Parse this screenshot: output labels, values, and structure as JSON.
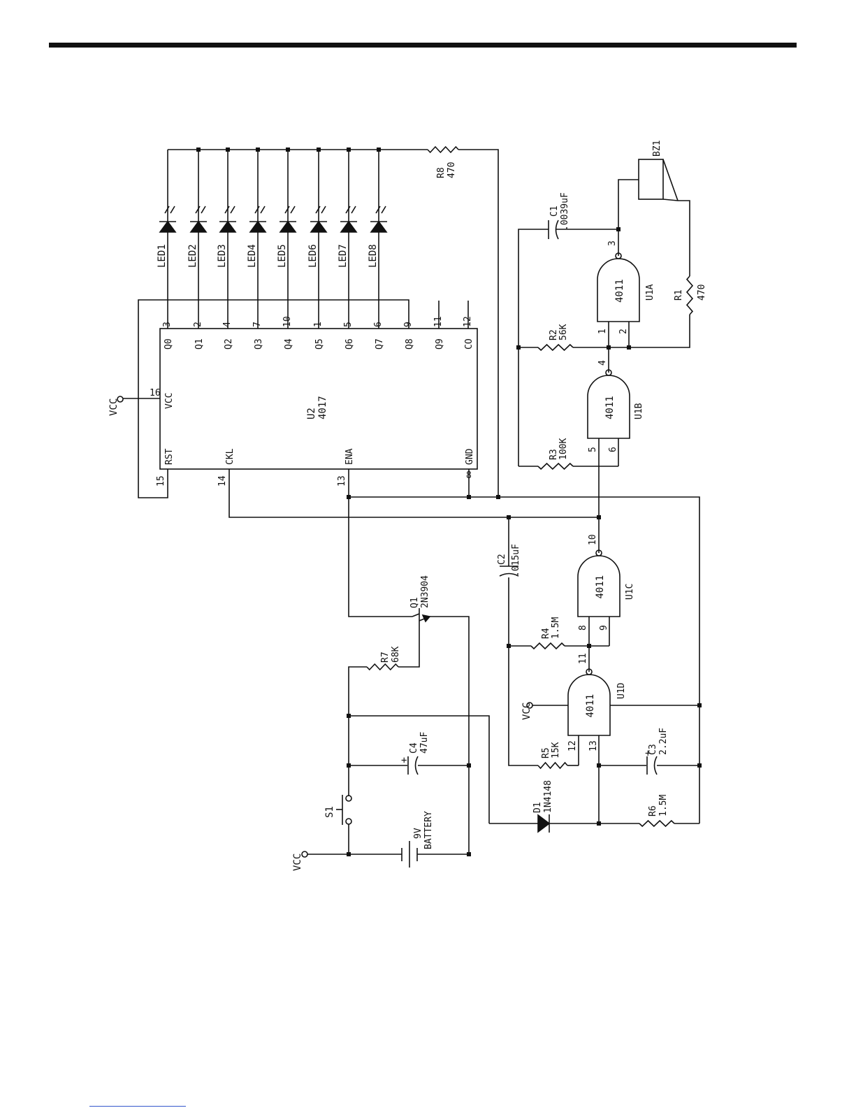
{
  "schematic": {
    "u2": {
      "ref": "U2",
      "part": "4017",
      "left_pins": [
        {
          "num": "16",
          "name": "VCC"
        },
        {
          "num": "15",
          "name": "RST"
        },
        {
          "num": "14",
          "name": "CKL"
        },
        {
          "num": "13",
          "name": "ENA"
        },
        {
          "num": "8",
          "name": "GND"
        }
      ],
      "right_pins": [
        {
          "num": "3",
          "name": "Q0"
        },
        {
          "num": "2",
          "name": "Q1"
        },
        {
          "num": "4",
          "name": "Q2"
        },
        {
          "num": "7",
          "name": "Q3"
        },
        {
          "num": "10",
          "name": "Q4"
        },
        {
          "num": "1",
          "name": "Q5"
        },
        {
          "num": "5",
          "name": "Q6"
        },
        {
          "num": "6",
          "name": "Q7"
        },
        {
          "num": "9",
          "name": "Q8"
        },
        {
          "num": "11",
          "name": "Q9"
        },
        {
          "num": "12",
          "name": "CO"
        }
      ]
    },
    "leds": [
      "LED1",
      "LED2",
      "LED3",
      "LED4",
      "LED5",
      "LED6",
      "LED7",
      "LED8"
    ],
    "gates": [
      {
        "ref": "U1A",
        "part": "4011",
        "in_a": "1",
        "in_b": "2",
        "out": "3"
      },
      {
        "ref": "U1B",
        "part": "4011",
        "in_a": "5",
        "in_b": "6",
        "out": "4"
      },
      {
        "ref": "U1C",
        "part": "4011",
        "in_a": "8",
        "in_b": "9",
        "out": "10"
      },
      {
        "ref": "U1D",
        "part": "4011",
        "in_a": "12",
        "in_b": "13",
        "out": "11"
      }
    ],
    "resistors": [
      {
        "ref": "R1",
        "value": "470"
      },
      {
        "ref": "R2",
        "value": "56K"
      },
      {
        "ref": "R3",
        "value": "100K"
      },
      {
        "ref": "R4",
        "value": "1.5M"
      },
      {
        "ref": "R5",
        "value": "15K"
      },
      {
        "ref": "R6",
        "value": "1.5M"
      },
      {
        "ref": "R7",
        "value": "68K"
      },
      {
        "ref": "R8",
        "value": "470"
      }
    ],
    "capacitors": [
      {
        "ref": "C1",
        "value": ".0039uF"
      },
      {
        "ref": "C2",
        "value": ".015uF"
      },
      {
        "ref": "C3",
        "value": "2.2uF"
      },
      {
        "ref": "C4",
        "value": "47uF"
      }
    ],
    "q1": {
      "ref": "Q1",
      "part": "2N3904"
    },
    "d1": {
      "ref": "D1",
      "part": "1N4148"
    },
    "s1": {
      "ref": "S1"
    },
    "bz1": {
      "ref": "BZ1"
    },
    "battery": {
      "voltage": "9V",
      "label": "BATTERY"
    },
    "vcc": "VCC",
    "plus": "+"
  }
}
